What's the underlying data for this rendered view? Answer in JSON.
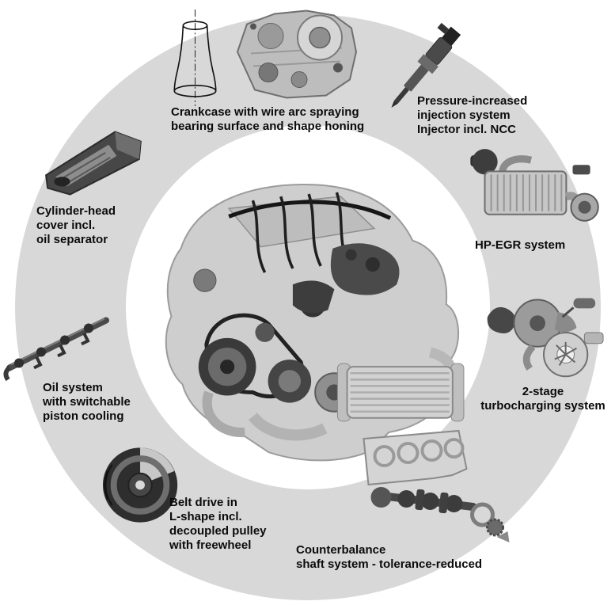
{
  "diagram": {
    "kind": "engine-technology-overview",
    "background_color": "#ffffff",
    "ring_color": "#d8d8d8",
    "text_color": "#0b0b0b",
    "center_image": "four-cylinder-engine-front-view"
  },
  "items": [
    {
      "id": "crankcase-honing",
      "label": "Crankcase with wire arc spraying\nbearing surface and shape honing",
      "illustrations": [
        "honed-cylinder-line-drawing",
        "crankcase-image"
      ]
    },
    {
      "id": "injection-system",
      "label": "Pressure-increased\ninjection system\nInjector incl. NCC",
      "illustrations": [
        "fuel-injector-image"
      ]
    },
    {
      "id": "hp-egr",
      "label": "HP-EGR system",
      "illustrations": [
        "egr-cooler-image"
      ]
    },
    {
      "id": "turbocharging",
      "label": "2-stage\nturbocharging system",
      "illustrations": [
        "turbocharger-image"
      ]
    },
    {
      "id": "counterbalance",
      "label": "Counterbalance\nshaft system - tolerance-reduced",
      "illustrations": [
        "balance-shaft-block-image"
      ]
    },
    {
      "id": "belt-drive",
      "label": "Belt drive in\nL-shape incl.\ndecoupled pulley\nwith freewheel",
      "illustrations": [
        "decoupled-pulley-image"
      ]
    },
    {
      "id": "oil-system",
      "label": "Oil system\nwith switchable\npiston cooling",
      "illustrations": [
        "oil-spray-rail-image"
      ]
    },
    {
      "id": "cylinder-head-cover",
      "label": "Cylinder-head\ncover incl.\noil separator",
      "illustrations": [
        "head-cover-image"
      ]
    }
  ]
}
